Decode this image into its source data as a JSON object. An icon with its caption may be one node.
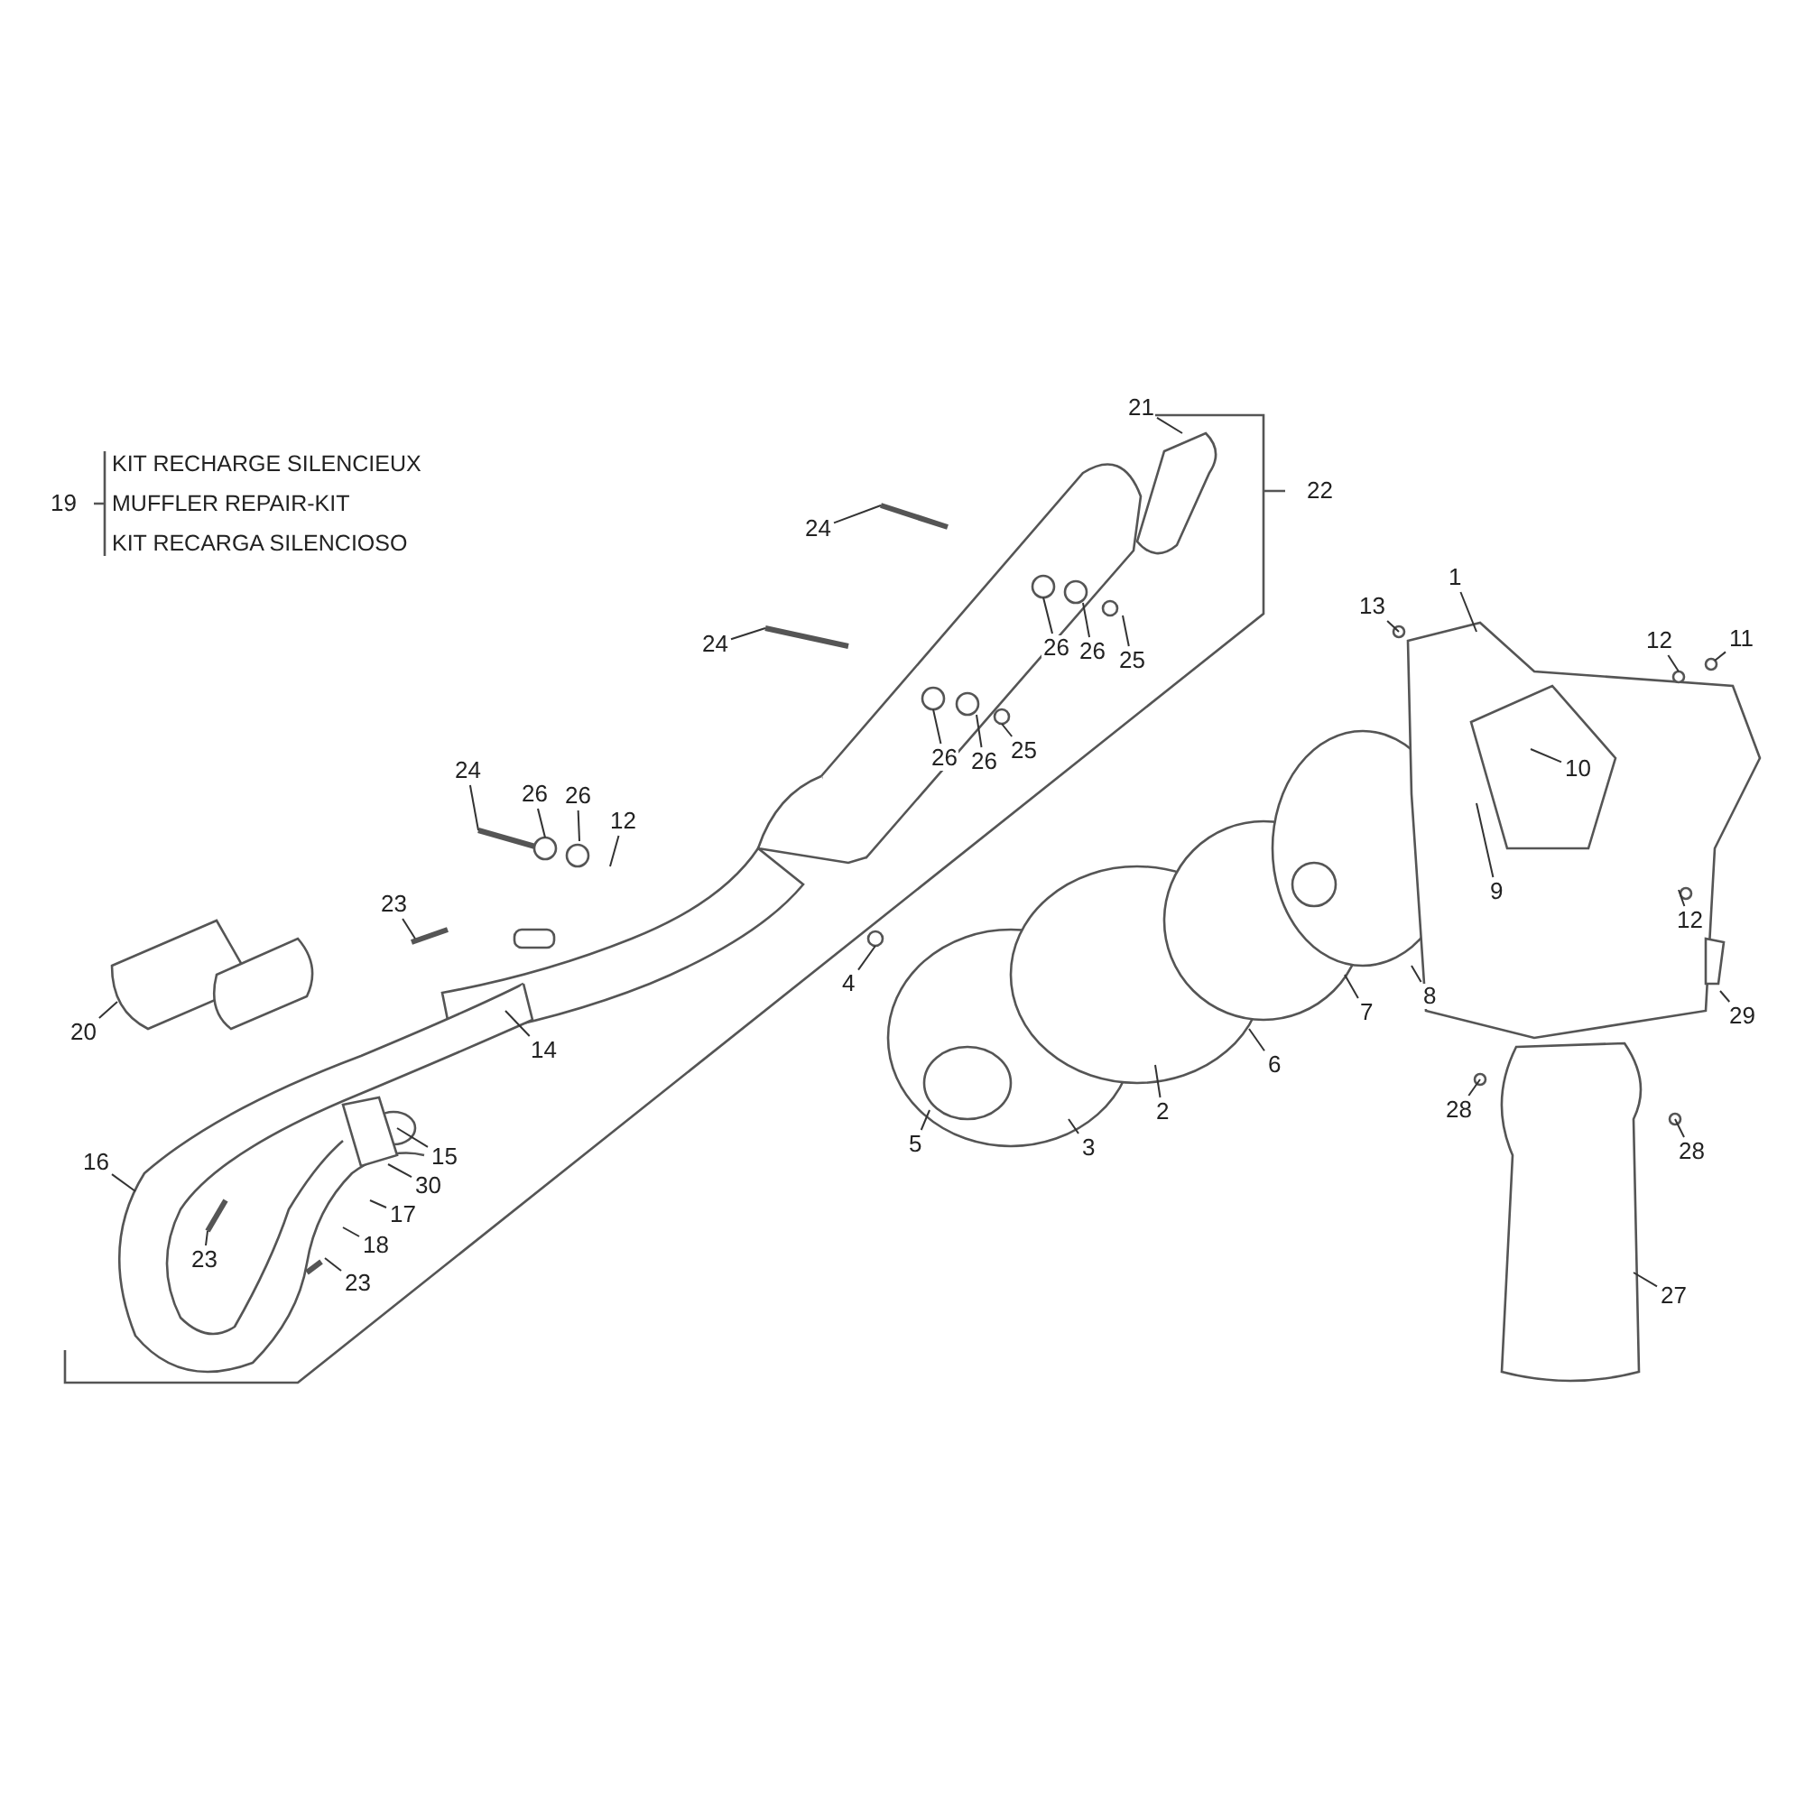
{
  "diagram": {
    "nodes": [
      {
        "text": [
          "21"
        ]
      },
      {
        "text": [
          "24"
        ]
      },
      {
        "text": [
          "26"
        ]
      },
      {
        "text": [
          "26"
        ]
      },
      {
        "text": [
          "25"
        ]
      },
      {
        "text": [
          "1"
        ]
      },
      {
        "text": [
          "13"
        ]
      },
      {
        "text": [
          "12"
        ]
      },
      {
        "text": [
          "11"
        ]
      },
      {
        "text": [
          "24"
        ]
      },
      {
        "text": [
          "26"
        ]
      },
      {
        "text": [
          "26"
        ]
      },
      {
        "text": [
          "25"
        ]
      },
      {
        "text": [
          "24"
        ]
      },
      {
        "text": [
          "26"
        ]
      },
      {
        "text": [
          "26"
        ]
      },
      {
        "text": [
          "12"
        ]
      },
      {
        "text": [
          "10"
        ]
      },
      {
        "text": [
          "9"
        ]
      },
      {
        "text": [
          "23"
        ]
      },
      {
        "text": [
          "4"
        ]
      },
      {
        "text": [
          "12"
        ]
      },
      {
        "text": [
          "20"
        ]
      },
      {
        "text": [
          "14"
        ]
      },
      {
        "text": [
          "7"
        ]
      },
      {
        "text": [
          "8"
        ]
      },
      {
        "text": [
          "6"
        ]
      },
      {
        "text": [
          "29"
        ]
      },
      {
        "text": [
          "28"
        ]
      },
      {
        "text": [
          "28"
        ]
      },
      {
        "text": [
          "3"
        ]
      },
      {
        "text": [
          "2"
        ]
      },
      {
        "text": [
          "5"
        ]
      },
      {
        "text": [
          "15"
        ]
      },
      {
        "text": [
          "16"
        ]
      },
      {
        "text": [
          "30"
        ]
      },
      {
        "text": [
          "17"
        ]
      },
      {
        "text": [
          "18"
        ]
      },
      {
        "text": [
          "23"
        ]
      },
      {
        "text": [
          "27"
        ]
      },
      {
        "text": [
          "23"
        ]
      }
    ],
    "edges": [
      {
        "from": 0,
        "to": null,
        "arrow": "none"
      },
      {
        "from": 1,
        "to": null,
        "arrow": "none"
      },
      {
        "from": 2,
        "to": null,
        "arrow": "none"
      },
      {
        "from": 3,
        "to": null,
        "arrow": "none"
      },
      {
        "from": 4,
        "to": null,
        "arrow": "none"
      },
      {
        "from": 5,
        "to": null,
        "arrow": "none"
      },
      {
        "from": 6,
        "to": null,
        "arrow": "none"
      },
      {
        "from": 7,
        "to": null,
        "arrow": "none"
      },
      {
        "from": 8,
        "to": null,
        "arrow": "none"
      },
      {
        "from": 9,
        "to": null,
        "arrow": "none"
      },
      {
        "from": 10,
        "to": null,
        "arrow": "none"
      },
      {
        "from": 11,
        "to": null,
        "arrow": "none"
      },
      {
        "from": 12,
        "to": null,
        "arrow": "none"
      },
      {
        "from": 13,
        "to": null,
        "arrow": "none"
      },
      {
        "from": 14,
        "to": null,
        "arrow": "none"
      },
      {
        "from": 15,
        "to": null,
        "arrow": "none"
      },
      {
        "from": 16,
        "to": null,
        "arrow": "none"
      },
      {
        "from": 17,
        "to": null,
        "arrow": "none"
      },
      {
        "from": 18,
        "to": null,
        "arrow": "none"
      },
      {
        "from": 19,
        "to": null,
        "arrow": "none"
      },
      {
        "from": 20,
        "to": null,
        "arrow": "none"
      },
      {
        "from": 21,
        "to": null,
        "arrow": "none"
      },
      {
        "from": 22,
        "to": null,
        "arrow": "none"
      },
      {
        "from": 23,
        "to": null,
        "arrow": "none"
      },
      {
        "from": 24,
        "to": null,
        "arrow": "none"
      },
      {
        "from": 25,
        "to": null,
        "arrow": "none"
      },
      {
        "from": 26,
        "to": null,
        "arrow": "none"
      },
      {
        "from": 27,
        "to": null,
        "arrow": "none"
      },
      {
        "from": 28,
        "to": null,
        "arrow": "none"
      },
      {
        "from": 29,
        "to": null,
        "arrow": "none"
      },
      {
        "from": 30,
        "to": null,
        "arrow": "none"
      },
      {
        "from": 31,
        "to": null,
        "arrow": "none"
      },
      {
        "from": 32,
        "to": null,
        "arrow": "none"
      },
      {
        "from": 33,
        "to": null,
        "arrow": "none"
      },
      {
        "from": 34,
        "to": null,
        "arrow": "none"
      },
      {
        "from": 35,
        "to": null,
        "arrow": "none"
      },
      {
        "from": 36,
        "to": null,
        "arrow": "none"
      },
      {
        "from": 37,
        "to": null,
        "arrow": "none"
      },
      {
        "from": 38,
        "to": null,
        "arrow": "none"
      },
      {
        "from": 39,
        "to": null,
        "arrow": "none"
      },
      {
        "from": 40,
        "to": null,
        "arrow": "none"
      }
    ],
    "labels": [
      "KIT RECHARGE SILENCIEUX",
      "19",
      "MUFFLER REPAIR-KIT",
      "KIT RECARGA SILENCIOSO",
      "22"
    ]
  }
}
